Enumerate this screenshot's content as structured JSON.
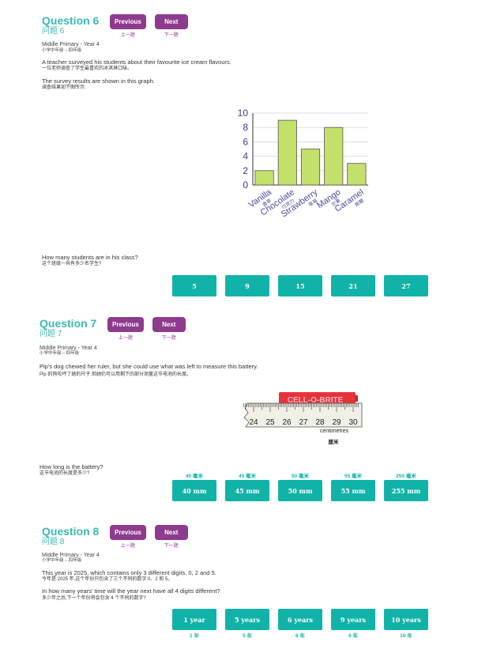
{
  "q6": {
    "title": "Question 6",
    "title_zh": "问题 6",
    "prev": "Previous",
    "prev_zh": "上一题",
    "next": "Next",
    "next_zh": "下一题",
    "level": "Middle Primary - Year 4",
    "level_zh": "小学中年级 – 四年级",
    "text1": "A teacher surveyed his students about their favourite ice cream flavours.",
    "text1_zh": "一位老师调查了学生最喜欢的冰淇淋口味。",
    "text2": "The survey results are shown in this graph.",
    "text2_zh": "调查结果如下图所示:",
    "question": "How many students are in his class?",
    "question_zh": "这个班级一共有多少名学生?",
    "answers": [
      "5",
      "9",
      "15",
      "21",
      "27"
    ]
  },
  "chart_data": {
    "type": "bar",
    "categories": [
      "Vanilla",
      "Chocolate",
      "Strawberry",
      "Mango",
      "Caramel"
    ],
    "categories_zh": [
      "香草",
      "巧克力",
      "草莓",
      "芒果",
      "焦糖"
    ],
    "values": [
      2,
      9,
      5,
      8,
      3
    ],
    "yticks": [
      "0",
      "2",
      "4",
      "6",
      "8",
      "10"
    ],
    "ylim": [
      0,
      10
    ],
    "grid": true,
    "bar_color": "#c3e06a"
  },
  "q7": {
    "title": "Question 7",
    "title_zh": "问题 7",
    "prev": "Previous",
    "prev_zh": "上一题",
    "next": "Next",
    "next_zh": "下一题",
    "level": "Middle Primary - Year 4",
    "level_zh": "小学中年级 – 四年级",
    "text1": "Pip's dog chewed her ruler, but she could use what was left to measure this battery.",
    "text1_zh": "Pip 的狗咬坏了她的尺子,但她仍可以用剩下的部分测量这节电池的长度。",
    "battery_label": "CELL-O-BRITE",
    "ruler_numbers": [
      "24",
      "25",
      "26",
      "27",
      "28",
      "29",
      "30"
    ],
    "ruler_unit": "centimetres",
    "ruler_unit_zh": "厘米",
    "question": "How long is the battery?",
    "question_zh": "这节电池的长度是多少?",
    "answers": [
      "40 mm",
      "45 mm",
      "50 mm",
      "55 mm",
      "255 mm"
    ],
    "answers_zh": [
      "40 毫米",
      "45 毫米",
      "50 毫米",
      "55 毫米",
      "255 毫米"
    ]
  },
  "q8": {
    "title": "Question 8",
    "title_zh": "问题 8",
    "prev": "Previous",
    "prev_zh": "上一题",
    "next": "Next",
    "next_zh": "下一题",
    "level": "Middle Primary - Year 4",
    "level_zh": "小学中年级 – 四年级",
    "text1": "This year is 2025, which contains only 3 different digits, 0, 2 and 5.",
    "text1_zh": "今年是 2025 年,这个年份只包含了三个不同的数字:0、2 和 5。",
    "text2": "In how many years' time will the year next have all 4 digits different?",
    "text2_zh": "多少年之后,下一个年份将会包含 4 个不同的数字?",
    "answers": [
      "1 year",
      "5 years",
      "6 years",
      "9 years",
      "10 years"
    ],
    "answers_zh": [
      "1 年",
      "5 年",
      "6 年",
      "9 年",
      "10 年"
    ]
  }
}
